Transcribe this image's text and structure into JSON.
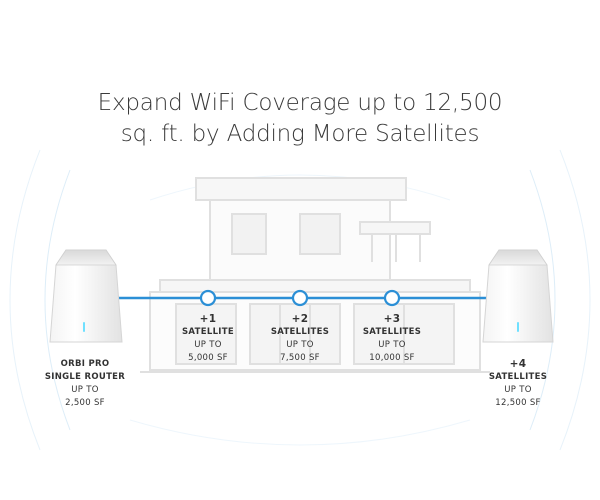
{
  "headline": {
    "line1": "Expand WiFi Coverage up to 12,500",
    "line2": "sq. ft. by Adding More Satellites"
  },
  "router": {
    "name_line1": "ORBI PRO",
    "name_line2": "SINGLE ROUTER",
    "up_to": "UP TO",
    "coverage": "2,500 SF"
  },
  "nodes": [
    {
      "count": "+1",
      "kind": "SATELLITE",
      "up_to": "UP TO",
      "coverage": "5,000 SF"
    },
    {
      "count": "+2",
      "kind": "SATELLITES",
      "up_to": "UP TO",
      "coverage": "7,500 SF"
    },
    {
      "count": "+3",
      "kind": "SATELLITES",
      "up_to": "UP TO",
      "coverage": "10,000 SF"
    },
    {
      "count": "+4",
      "kind": "SATELLITES",
      "up_to": "UP TO",
      "coverage": "12,500 SF"
    }
  ],
  "colors": {
    "link_line": "#2b8fd6",
    "node_fill": "#ffffff",
    "led": "#6fe0ff",
    "house": "#dedede"
  }
}
